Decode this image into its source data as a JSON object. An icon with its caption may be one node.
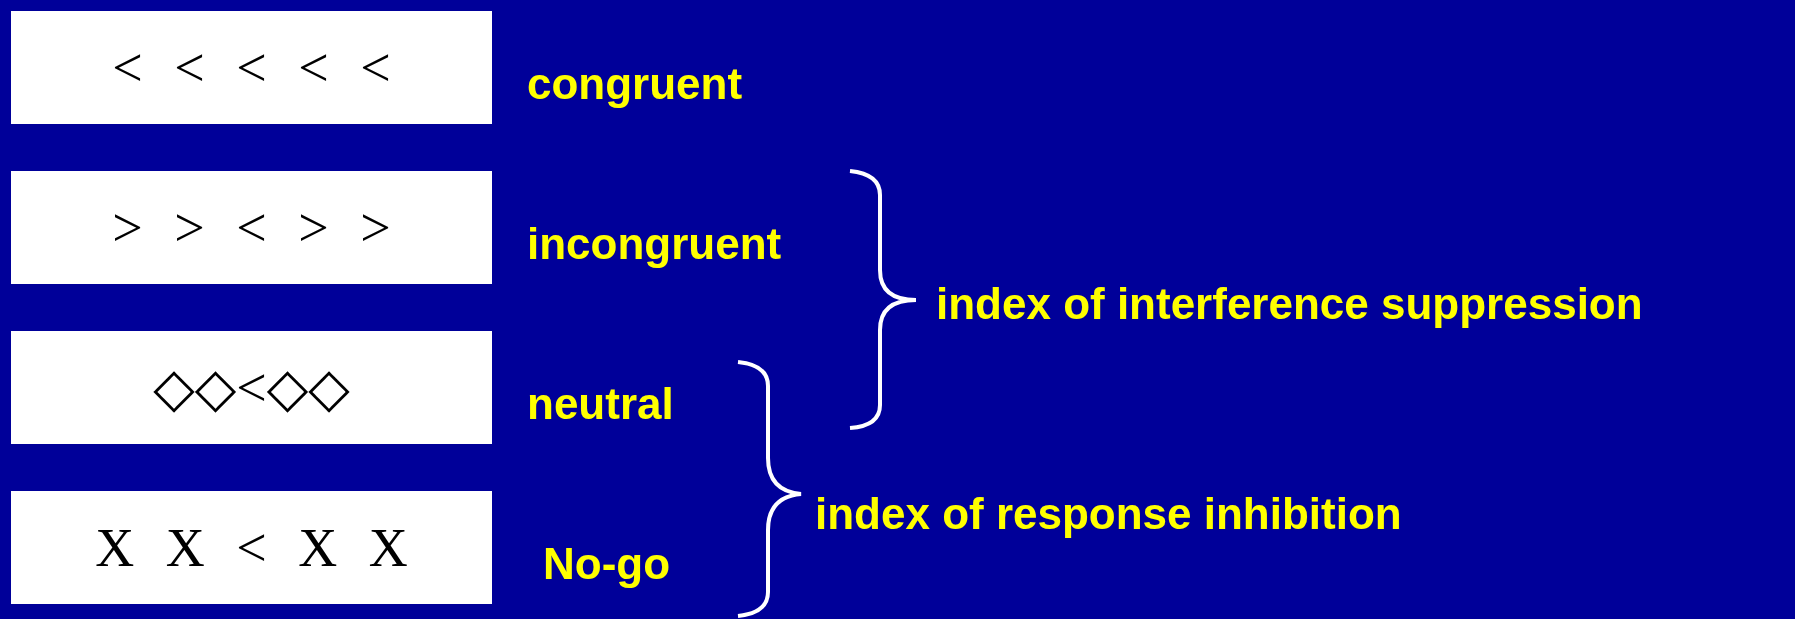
{
  "diagram": {
    "nodes": [
      {
        "text": [
          "< < < < <"
        ],
        "beside": [
          "congruent"
        ]
      },
      {
        "text": [
          "> > < > >"
        ],
        "beside": [
          "incongruent"
        ]
      },
      {
        "text": [
          "◇◇<◇◇"
        ],
        "beside": [
          "neutral"
        ]
      },
      {
        "text": [
          "X X < X X"
        ],
        "beside": [
          "No-go"
        ]
      }
    ],
    "labels": [
      "index of interference suppression",
      "index of response inhibition"
    ]
  }
}
